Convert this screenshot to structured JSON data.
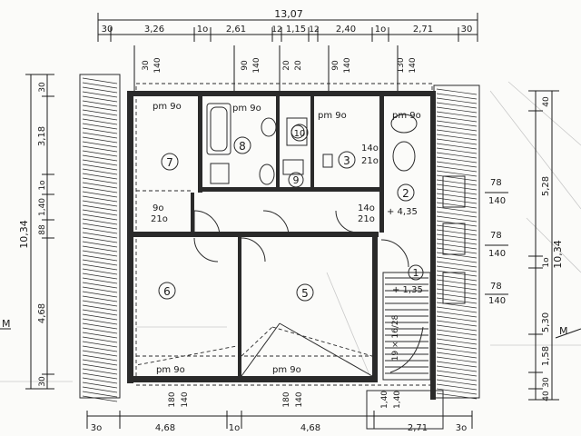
{
  "dims_top": {
    "total": "13,07",
    "segments": [
      "30",
      "3,26",
      "1o",
      "2,61",
      "12",
      "1,15",
      "12",
      "2,40",
      "1o",
      "2,71",
      "30"
    ],
    "openings": [
      "30",
      "140",
      "90",
      "140",
      "20",
      "20",
      "90",
      "140",
      "130",
      "140"
    ]
  },
  "dims_left": {
    "total": "10,34",
    "segments": [
      "30",
      "3,18",
      "1o",
      "1,40",
      "88",
      "4,68",
      "30"
    ]
  },
  "dims_right": {
    "total": "10,34",
    "segments": [
      "40",
      "5,28",
      "1o",
      "5,30",
      "1,58",
      "30",
      "40"
    ]
  },
  "dims_bottom": {
    "segments": [
      "3o",
      "4,68",
      "1o",
      "4,68",
      "2,71",
      "3o"
    ],
    "openings": [
      "180",
      "140",
      "180",
      "140",
      "1,40",
      "1,40"
    ]
  },
  "rooms": [
    {
      "num": "7"
    },
    {
      "num": "8"
    },
    {
      "num": "10"
    },
    {
      "num": "9"
    },
    {
      "num": "3"
    },
    {
      "num": "2"
    },
    {
      "num": "1"
    },
    {
      "num": "6"
    },
    {
      "num": "5"
    }
  ],
  "labels": {
    "pm_room7": "pm 9o",
    "pm_room8": "pm 9o",
    "pm_room3": "pm 9o",
    "pm_room2": "pm 9o",
    "pm_room6": "pm 9o",
    "pm_room5": "pm 9o",
    "door_room3_w": "14o",
    "door_room3_h": "21o",
    "door_hall_w": "9o",
    "door_hall_h": "21o",
    "door_room2_w": "14o",
    "door_room2_h": "21o",
    "elev_1": "+ 4,35",
    "elev_2": "+ 1,35",
    "stair": "19 × 16/28",
    "win_r1_w": "78",
    "win_r1_h": "140",
    "win_r2_w": "78",
    "win_r2_h": "140",
    "win_r3_w": "78",
    "win_r3_h": "140",
    "section": "M"
  }
}
